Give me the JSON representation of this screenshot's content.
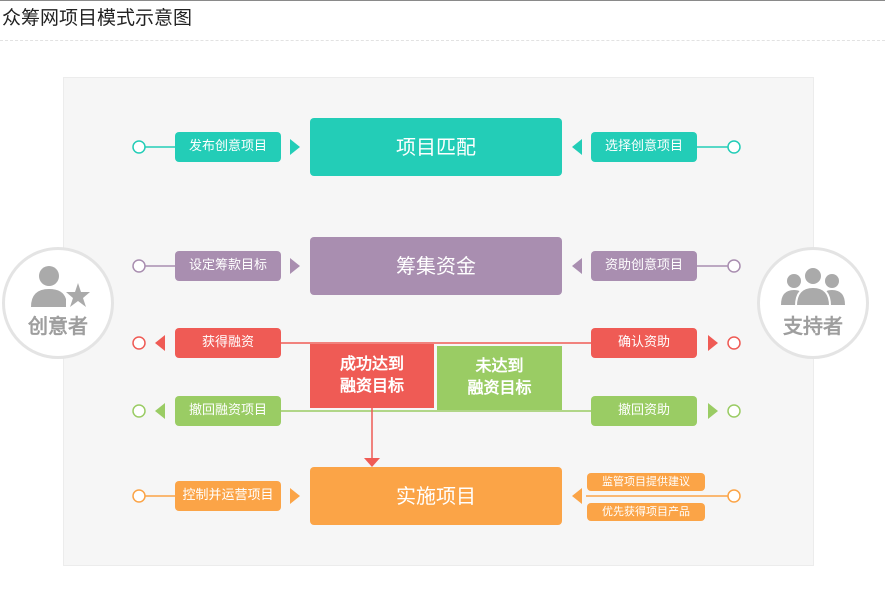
{
  "title": "众筹网项目模式示意图",
  "colors": {
    "teal": "#23cdb7",
    "purple": "#a98eb0",
    "red": "#ef5b55",
    "green": "#9acc64",
    "orange": "#fba447",
    "actor_gray": "#aaaaaa"
  },
  "actors": {
    "left": {
      "label": "创意者",
      "icon": "person-star-icon"
    },
    "right": {
      "label": "支持者",
      "icon": "people-group-icon"
    }
  },
  "stages": {
    "match": "项目匹配",
    "raise": "筹集资金",
    "implement": "实施项目"
  },
  "left_tags": {
    "publish": "发布创意项目",
    "set_goal": "设定筹款目标",
    "get_funding": "获得融资",
    "withdraw_project": "撤回融资项目",
    "control": "控制并运营项目"
  },
  "right_tags": {
    "choose": "选择创意项目",
    "fund": "资助创意项目",
    "confirm": "确认资助",
    "withdraw_fund": "撤回资助",
    "supervise": "监管项目提供建议",
    "priority": "优先获得项目产品"
  },
  "results": {
    "success_line1": "成功达到",
    "success_line2": "融资目标",
    "fail_line1": "未达到",
    "fail_line2": "融资目标"
  }
}
